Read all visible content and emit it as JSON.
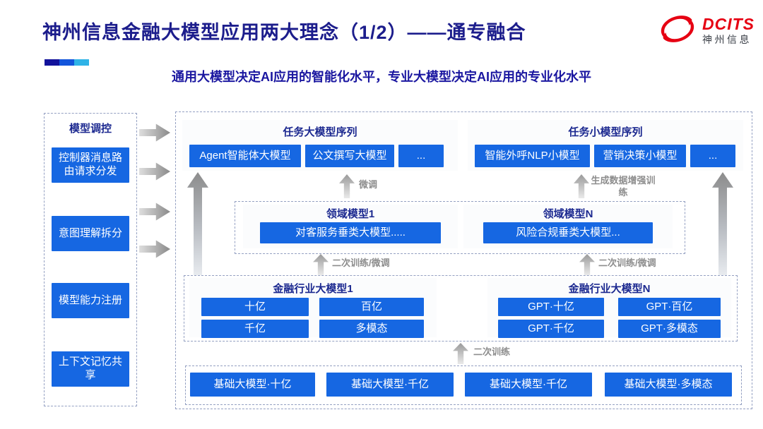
{
  "header": {
    "title": "神州信息金融大模型应用两大理念（1/2）——通专融合",
    "subtitle": "通用大模型决定AI应用的智能化水平，专业大模型决定AI应用的专业化水平",
    "logo": {
      "brand": "DCITS",
      "brand_cn": "神州信息"
    }
  },
  "icons": {
    "logo": "dcits-swirl-icon",
    "flow_right": "right-arrow-icon",
    "flow_up": "up-arrow-icon"
  },
  "colors": {
    "box_blue": "#1667E2",
    "title_navy": "#1C1D8C",
    "subtitle_indigo": "#1A16A0",
    "brand_red": "#E60012",
    "arrow_gray": "#8D8D8D",
    "accent_bar": [
      "#12129B",
      "#1355DB",
      "#2FB3E7"
    ]
  },
  "sidebar": {
    "title": "模型调控",
    "items": [
      {
        "label": "控制器消息路由请求分发"
      },
      {
        "label": "意图理解拆分"
      },
      {
        "label": "模型能力注册"
      },
      {
        "label": "上下文记忆共享"
      }
    ]
  },
  "main": {
    "task_large": {
      "title": "任务大模型序列",
      "items": [
        "Agent智能体大模型",
        "公文撰写大模型",
        "..."
      ]
    },
    "task_small": {
      "title": "任务小模型序列",
      "items": [
        "智能外呼NLP小模型",
        "营销决策小模型",
        "..."
      ]
    },
    "labels": {
      "finetune": "微调",
      "gen_data_training": "生成数据增强训练",
      "retrain_finetune_left": "二次训练/微调",
      "retrain_finetune_right": "二次训练/微调",
      "retrain": "二次训练"
    },
    "domain": {
      "left": {
        "title": "领域模型1",
        "box": "对客服务垂类大模型....."
      },
      "right": {
        "title": "领域模型N",
        "box": "风险合规垂类大模型..."
      }
    },
    "industry": {
      "left": {
        "title": "金融行业大模型1",
        "items": [
          "十亿",
          "百亿",
          "千亿",
          "多模态"
        ]
      },
      "right": {
        "title": "金融行业大模型N",
        "items": [
          "GPT·十亿",
          "GPT·百亿",
          "GPT·千亿",
          "GPT·多模态"
        ]
      }
    },
    "base": {
      "items": [
        "基础大模型·十亿",
        "基础大模型·千亿",
        "基础大模型·千亿",
        "基础大模型·多模态"
      ]
    }
  }
}
